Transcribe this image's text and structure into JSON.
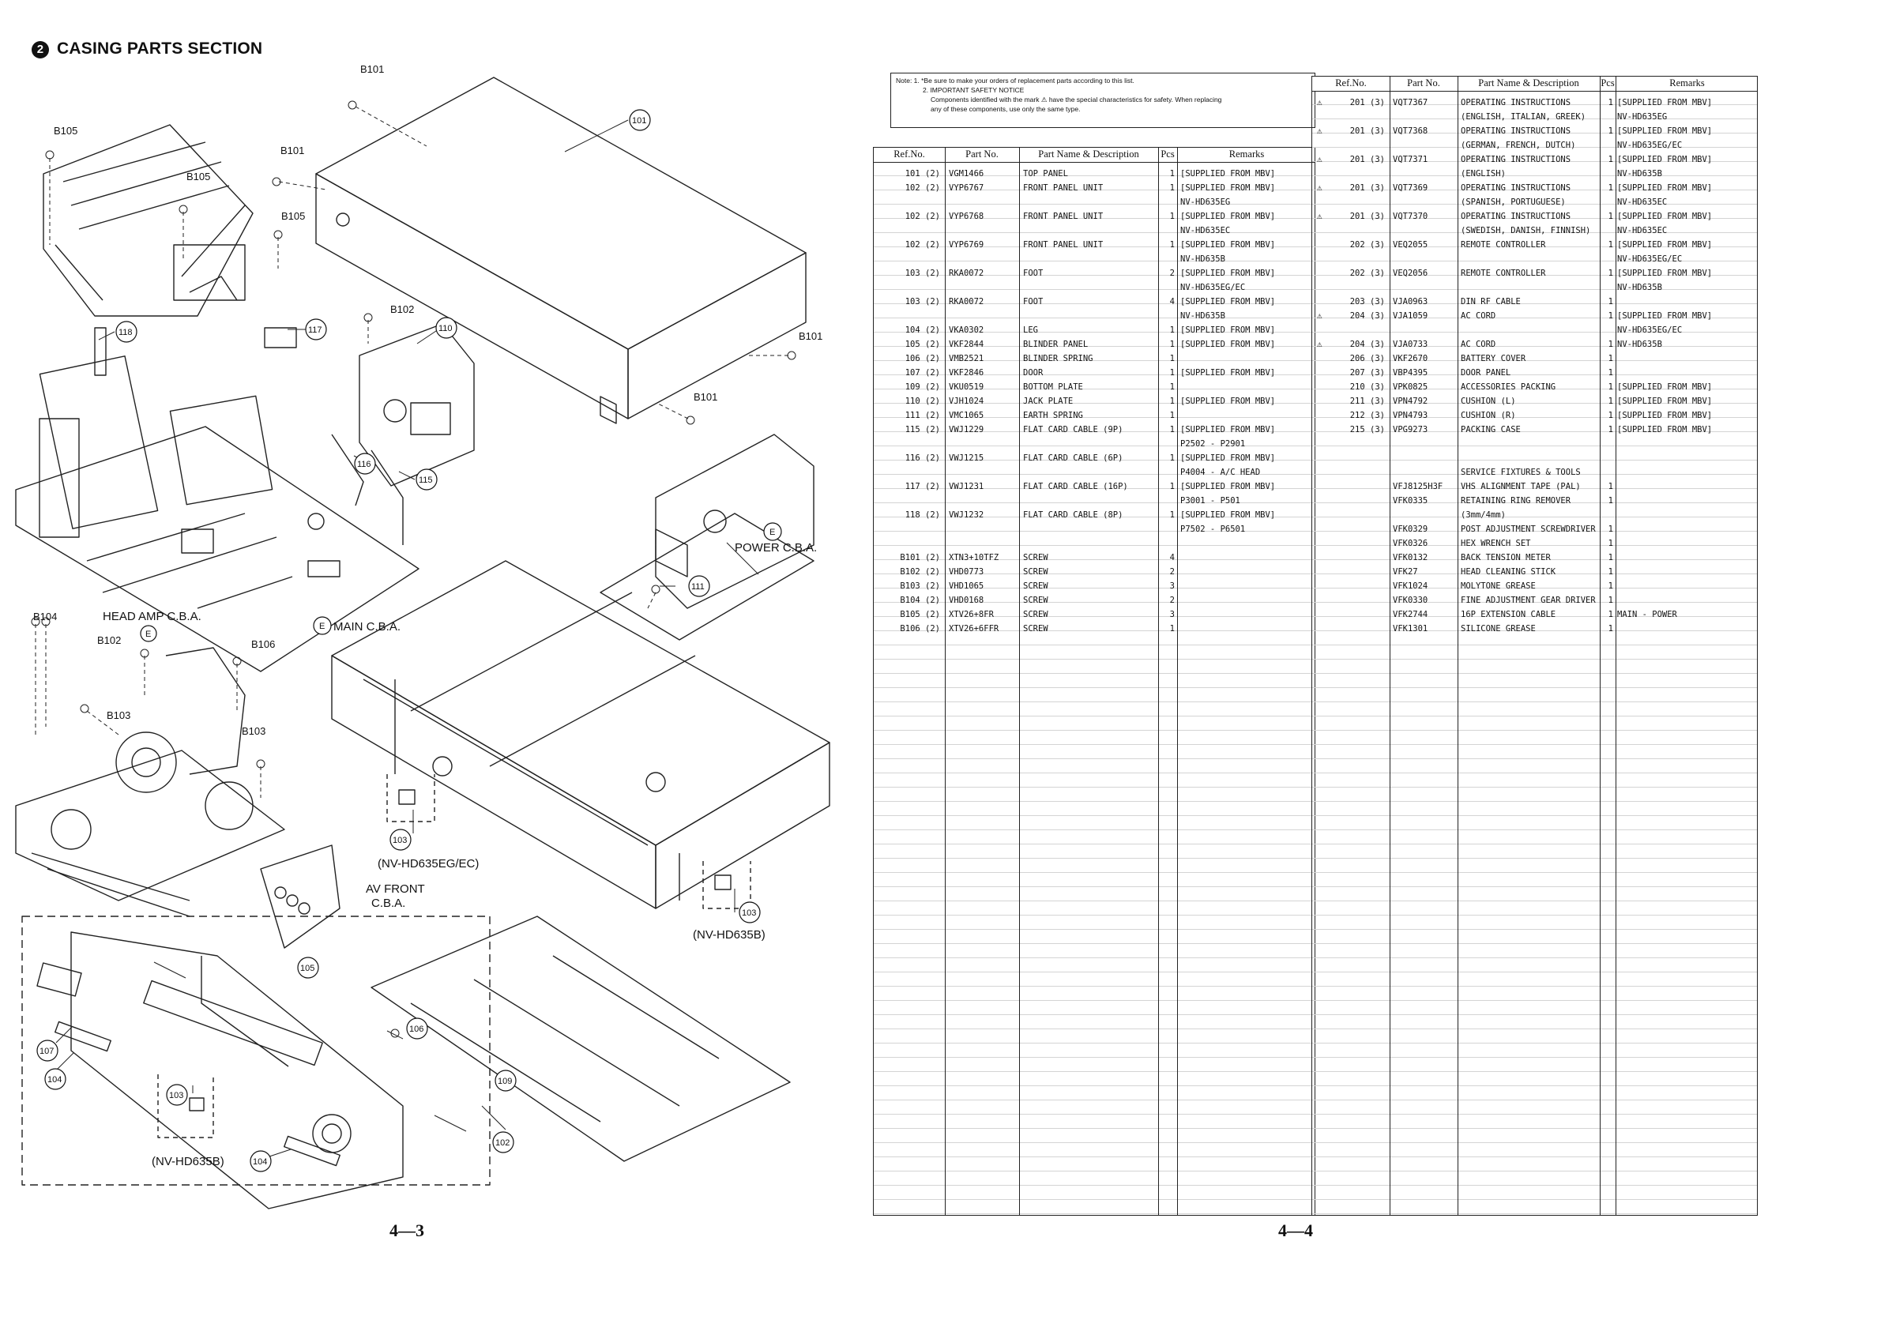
{
  "left_page": {
    "section_number": "2",
    "section_title": "CASING PARTS SECTION",
    "page_number": "4—3",
    "callouts": {
      "b101_a": "B101",
      "b101_b": "B101",
      "b101_c": "B101",
      "b101_d": "B101",
      "b105_a": "B105",
      "b105_b": "B105",
      "b105_c": "B105",
      "b102_a": "B102",
      "b102_b": "B102",
      "b103_a": "B103",
      "b103_b": "B103",
      "b104": "B104",
      "b106": "B106"
    },
    "assembly_labels": {
      "head_amp": "HEAD AMP C.B.A.",
      "main": "MAIN C.B.A.",
      "power": "POWER C.B.A.",
      "av_front_1": "AV FRONT",
      "av_front_2": "C.B.A.",
      "e_mark": "E",
      "model_eg_ec": "(NV-HD635EG/EC)",
      "model_b_right": "(NV-HD635B)",
      "model_b_bottom": "(NV-HD635B)"
    },
    "ref_circles": {
      "r101": "101",
      "r102": "102",
      "r103a": "103",
      "r103b": "103",
      "r103c": "103",
      "r104a": "104",
      "r104b": "104",
      "r105": "105",
      "r106": "106",
      "r107": "107",
      "r109": "109",
      "r110": "110",
      "r111": "111",
      "r115": "115",
      "r116": "116",
      "r117": "117",
      "r118": "118"
    }
  },
  "right_page": {
    "page_number": "4—4",
    "notes": {
      "line1": "Note: 1. *Be sure to make your orders of replacement parts according to this list.",
      "line2": "2. IMPORTANT SAFETY NOTICE",
      "line3": "Components identified with the mark ⚠ have the special characteristics for safety. When replacing",
      "line4": "any of these components, use only the same type."
    },
    "headers": {
      "ref": "Ref.No.",
      "part": "Part No.",
      "name": "Part Name & Description",
      "pcs": "Pcs",
      "remarks": "Remarks"
    },
    "table1": [
      {
        "ref": "101 (2)",
        "part": "VGM1466",
        "name": "TOP PANEL",
        "pcs": "1",
        "remarks": "[SUPPLIED FROM MBV]"
      },
      {
        "ref": "102 (2)",
        "part": "VYP6767",
        "name": "FRONT PANEL UNIT",
        "pcs": "1",
        "remarks": "[SUPPLIED FROM MBV]"
      },
      {
        "ref": "",
        "part": "",
        "name": "",
        "pcs": "",
        "remarks": "NV-HD635EG"
      },
      {
        "ref": "102 (2)",
        "part": "VYP6768",
        "name": "FRONT PANEL UNIT",
        "pcs": "1",
        "remarks": "[SUPPLIED FROM MBV]"
      },
      {
        "ref": "",
        "part": "",
        "name": "",
        "pcs": "",
        "remarks": "NV-HD635EC"
      },
      {
        "ref": "102 (2)",
        "part": "VYP6769",
        "name": "FRONT PANEL UNIT",
        "pcs": "1",
        "remarks": "[SUPPLIED FROM MBV]"
      },
      {
        "ref": "",
        "part": "",
        "name": "",
        "pcs": "",
        "remarks": "NV-HD635B"
      },
      {
        "ref": "103 (2)",
        "part": "RKA0072",
        "name": "FOOT",
        "pcs": "2",
        "remarks": "[SUPPLIED FROM MBV]"
      },
      {
        "ref": "",
        "part": "",
        "name": "",
        "pcs": "",
        "remarks": "NV-HD635EG/EC"
      },
      {
        "ref": "103 (2)",
        "part": "RKA0072",
        "name": "FOOT",
        "pcs": "4",
        "remarks": "[SUPPLIED FROM MBV]"
      },
      {
        "ref": "",
        "part": "",
        "name": "",
        "pcs": "",
        "remarks": "NV-HD635B"
      },
      {
        "ref": "104 (2)",
        "part": "VKA0302",
        "name": "LEG",
        "pcs": "1",
        "remarks": "[SUPPLIED FROM MBV]"
      },
      {
        "ref": "105 (2)",
        "part": "VKF2844",
        "name": "BLINDER PANEL",
        "pcs": "1",
        "remarks": "[SUPPLIED FROM MBV]"
      },
      {
        "ref": "106 (2)",
        "part": "VMB2521",
        "name": "BLINDER SPRING",
        "pcs": "1",
        "remarks": ""
      },
      {
        "ref": "107 (2)",
        "part": "VKF2846",
        "name": "DOOR",
        "pcs": "1",
        "remarks": "[SUPPLIED FROM MBV]"
      },
      {
        "ref": "109 (2)",
        "part": "VKU0519",
        "name": "BOTTOM PLATE",
        "pcs": "1",
        "remarks": ""
      },
      {
        "ref": "110 (2)",
        "part": "VJH1024",
        "name": "JACK PLATE",
        "pcs": "1",
        "remarks": "[SUPPLIED FROM MBV]"
      },
      {
        "ref": "111 (2)",
        "part": "VMC1065",
        "name": "EARTH SPRING",
        "pcs": "1",
        "remarks": ""
      },
      {
        "ref": "115 (2)",
        "part": "VWJ1229",
        "name": "FLAT CARD CABLE (9P)",
        "pcs": "1",
        "remarks": "[SUPPLIED FROM MBV]"
      },
      {
        "ref": "",
        "part": "",
        "name": "",
        "pcs": "",
        "remarks": "P2502 - P2901"
      },
      {
        "ref": "116 (2)",
        "part": "VWJ1215",
        "name": "FLAT CARD CABLE (6P)",
        "pcs": "1",
        "remarks": "[SUPPLIED FROM MBV]"
      },
      {
        "ref": "",
        "part": "",
        "name": "",
        "pcs": "",
        "remarks": "P4004 - A/C HEAD"
      },
      {
        "ref": "117 (2)",
        "part": "VWJ1231",
        "name": "FLAT CARD CABLE (16P)",
        "pcs": "1",
        "remarks": "[SUPPLIED FROM MBV]"
      },
      {
        "ref": "",
        "part": "",
        "name": "",
        "pcs": "",
        "remarks": "P3001 - P501"
      },
      {
        "ref": "118 (2)",
        "part": "VWJ1232",
        "name": "FLAT CARD CABLE (8P)",
        "pcs": "1",
        "remarks": "[SUPPLIED FROM MBV]"
      },
      {
        "ref": "",
        "part": "",
        "name": "",
        "pcs": "",
        "remarks": "P7502 - P6501"
      },
      {
        "ref": "",
        "part": "",
        "name": "",
        "pcs": "",
        "remarks": ""
      },
      {
        "ref": "B101 (2)",
        "part": "XTN3+10TFZ",
        "name": "SCREW",
        "pcs": "4",
        "remarks": ""
      },
      {
        "ref": "B102 (2)",
        "part": "VHD0773",
        "name": "SCREW",
        "pcs": "2",
        "remarks": ""
      },
      {
        "ref": "B103 (2)",
        "part": "VHD1065",
        "name": "SCREW",
        "pcs": "3",
        "remarks": ""
      },
      {
        "ref": "B104 (2)",
        "part": "VHD0168",
        "name": "SCREW",
        "pcs": "2",
        "remarks": ""
      },
      {
        "ref": "B105 (2)",
        "part": "XTV26+8FR",
        "name": "SCREW",
        "pcs": "3",
        "remarks": ""
      },
      {
        "ref": "B106 (2)",
        "part": "XTV26+6FFR",
        "name": "SCREW",
        "pcs": "1",
        "remarks": ""
      }
    ],
    "table2": [
      {
        "warn": "⚠",
        "ref": "201 (3)",
        "part": "VQT7367",
        "name": "OPERATING INSTRUCTIONS",
        "pcs": "1",
        "remarks": "[SUPPLIED FROM MBV]"
      },
      {
        "warn": "",
        "ref": "",
        "part": "",
        "name": "(ENGLISH, ITALIAN, GREEK)",
        "pcs": "",
        "remarks": "NV-HD635EG"
      },
      {
        "warn": "⚠",
        "ref": "201 (3)",
        "part": "VQT7368",
        "name": "OPERATING INSTRUCTIONS",
        "pcs": "1",
        "remarks": "[SUPPLIED FROM MBV]"
      },
      {
        "warn": "",
        "ref": "",
        "part": "",
        "name": "(GERMAN, FRENCH, DUTCH)",
        "pcs": "",
        "remarks": "NV-HD635EG/EC"
      },
      {
        "warn": "⚠",
        "ref": "201 (3)",
        "part": "VQT7371",
        "name": "OPERATING INSTRUCTIONS",
        "pcs": "1",
        "remarks": "[SUPPLIED FROM MBV]"
      },
      {
        "warn": "",
        "ref": "",
        "part": "",
        "name": "(ENGLISH)",
        "pcs": "",
        "remarks": "NV-HD635B"
      },
      {
        "warn": "⚠",
        "ref": "201 (3)",
        "part": "VQT7369",
        "name": "OPERATING INSTRUCTIONS",
        "pcs": "1",
        "remarks": "[SUPPLIED FROM MBV]"
      },
      {
        "warn": "",
        "ref": "",
        "part": "",
        "name": "(SPANISH, PORTUGUESE)",
        "pcs": "",
        "remarks": "NV-HD635EC"
      },
      {
        "warn": "⚠",
        "ref": "201 (3)",
        "part": "VQT7370",
        "name": "OPERATING INSTRUCTIONS",
        "pcs": "1",
        "remarks": "[SUPPLIED FROM MBV]"
      },
      {
        "warn": "",
        "ref": "",
        "part": "",
        "name": "(SWEDISH, DANISH, FINNISH)",
        "pcs": "",
        "remarks": "NV-HD635EC"
      },
      {
        "warn": "",
        "ref": "202 (3)",
        "part": "VEQ2055",
        "name": "REMOTE CONTROLLER",
        "pcs": "1",
        "remarks": "[SUPPLIED FROM MBV]"
      },
      {
        "warn": "",
        "ref": "",
        "part": "",
        "name": "",
        "pcs": "",
        "remarks": "NV-HD635EG/EC"
      },
      {
        "warn": "",
        "ref": "202 (3)",
        "part": "VEQ2056",
        "name": "REMOTE CONTROLLER",
        "pcs": "1",
        "remarks": "[SUPPLIED FROM MBV]"
      },
      {
        "warn": "",
        "ref": "",
        "part": "",
        "name": "",
        "pcs": "",
        "remarks": "NV-HD635B"
      },
      {
        "warn": "",
        "ref": "203 (3)",
        "part": "VJA0963",
        "name": "DIN RF CABLE",
        "pcs": "1",
        "remarks": ""
      },
      {
        "warn": "⚠",
        "ref": "204 (3)",
        "part": "VJA1059",
        "name": "AC CORD",
        "pcs": "1",
        "remarks": "[SUPPLIED FROM MBV]"
      },
      {
        "warn": "",
        "ref": "",
        "part": "",
        "name": "",
        "pcs": "",
        "remarks": "NV-HD635EG/EC"
      },
      {
        "warn": "⚠",
        "ref": "204 (3)",
        "part": "VJA0733",
        "name": "AC CORD",
        "pcs": "1",
        "remarks": "NV-HD635B"
      },
      {
        "warn": "",
        "ref": "206 (3)",
        "part": "VKF2670",
        "name": "BATTERY COVER",
        "pcs": "1",
        "remarks": ""
      },
      {
        "warn": "",
        "ref": "207 (3)",
        "part": "VBP4395",
        "name": "DOOR PANEL",
        "pcs": "1",
        "remarks": ""
      },
      {
        "warn": "",
        "ref": "210 (3)",
        "part": "VPK0825",
        "name": "ACCESSORIES PACKING",
        "pcs": "1",
        "remarks": "[SUPPLIED FROM MBV]"
      },
      {
        "warn": "",
        "ref": "211 (3)",
        "part": "VPN4792",
        "name": "CUSHION (L)",
        "pcs": "1",
        "remarks": "[SUPPLIED FROM MBV]"
      },
      {
        "warn": "",
        "ref": "212 (3)",
        "part": "VPN4793",
        "name": "CUSHION (R)",
        "pcs": "1",
        "remarks": "[SUPPLIED FROM MBV]"
      },
      {
        "warn": "",
        "ref": "215 (3)",
        "part": "VPG9273",
        "name": "PACKING CASE",
        "pcs": "1",
        "remarks": "[SUPPLIED FROM MBV]"
      },
      {
        "warn": "",
        "ref": "",
        "part": "",
        "name": "",
        "pcs": "",
        "remarks": ""
      },
      {
        "warn": "",
        "ref": "",
        "part": "",
        "name": "",
        "pcs": "",
        "remarks": ""
      },
      {
        "warn": "",
        "ref": "",
        "part": "",
        "name": "SERVICE FIXTURES & TOOLS",
        "pcs": "",
        "remarks": ""
      },
      {
        "warn": "",
        "ref": "",
        "part": "VFJ8125H3F",
        "name": "VHS ALIGNMENT TAPE (PAL)",
        "pcs": "1",
        "remarks": ""
      },
      {
        "warn": "",
        "ref": "",
        "part": "VFK0335",
        "name": "RETAINING RING REMOVER",
        "pcs": "1",
        "remarks": ""
      },
      {
        "warn": "",
        "ref": "",
        "part": "",
        "name": "(3mm/4mm)",
        "pcs": "",
        "remarks": ""
      },
      {
        "warn": "",
        "ref": "",
        "part": "VFK0329",
        "name": "POST ADJUSTMENT SCREWDRIVER",
        "pcs": "1",
        "remarks": ""
      },
      {
        "warn": "",
        "ref": "",
        "part": "VFK0326",
        "name": "HEX WRENCH SET",
        "pcs": "1",
        "remarks": ""
      },
      {
        "warn": "",
        "ref": "",
        "part": "VFK0132",
        "name": "BACK TENSION METER",
        "pcs": "1",
        "remarks": ""
      },
      {
        "warn": "",
        "ref": "",
        "part": "VFK27",
        "name": "HEAD CLEANING STICK",
        "pcs": "1",
        "remarks": ""
      },
      {
        "warn": "",
        "ref": "",
        "part": "VFK1024",
        "name": "MOLYTONE GREASE",
        "pcs": "1",
        "remarks": ""
      },
      {
        "warn": "",
        "ref": "",
        "part": "VFK0330",
        "name": "FINE ADJUSTMENT GEAR DRIVER",
        "pcs": "1",
        "remarks": ""
      },
      {
        "warn": "",
        "ref": "",
        "part": "VFK2744",
        "name": "16P EXTENSION CABLE",
        "pcs": "1",
        "remarks": "MAIN - POWER"
      },
      {
        "warn": "",
        "ref": "",
        "part": "VFK1301",
        "name": "SILICONE GREASE",
        "pcs": "1",
        "remarks": ""
      }
    ]
  }
}
